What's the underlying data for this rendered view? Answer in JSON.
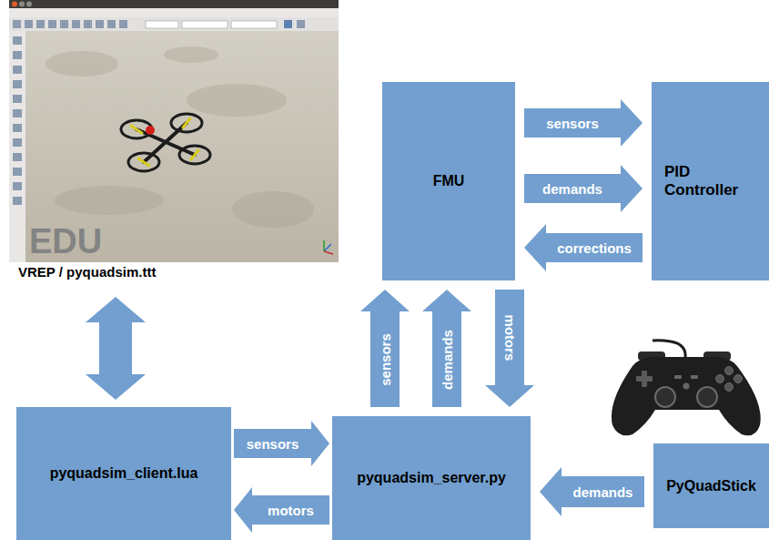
{
  "diagram": {
    "nodes": [
      {
        "text": [
          "VREP / pyquadsim.ttt"
        ]
      },
      {
        "text": [
          "FMU"
        ]
      },
      {
        "text": [
          "PID Controller"
        ]
      },
      {
        "text": [
          "pyquadsim_client.lua"
        ]
      },
      {
        "text": [
          "pyquadsim_server.py"
        ]
      },
      {
        "text": [
          "PyQuadStick"
        ]
      }
    ],
    "edges": [
      {
        "from": 1,
        "to": 2,
        "label": "sensors",
        "arrow": "to"
      },
      {
        "from": 1,
        "to": 2,
        "label": "demands",
        "arrow": "to"
      },
      {
        "from": 2,
        "to": 1,
        "label": "corrections",
        "arrow": "to"
      },
      {
        "from": 0,
        "to": 3,
        "arrow": "both"
      },
      {
        "from": 3,
        "to": 4,
        "label": "sensors",
        "arrow": "to"
      },
      {
        "from": 4,
        "to": 3,
        "label": "motors",
        "arrow": "to"
      },
      {
        "from": 4,
        "to": 1,
        "label": "sensors",
        "arrow": "to"
      },
      {
        "from": 4,
        "to": 1,
        "label": "demands",
        "arrow": "to"
      },
      {
        "from": 1,
        "to": 4,
        "label": "motors",
        "arrow": "to"
      },
      {
        "from": 5,
        "to": 4,
        "label": "demands",
        "arrow": "to"
      }
    ],
    "labels": [
      "EDU"
    ]
  }
}
